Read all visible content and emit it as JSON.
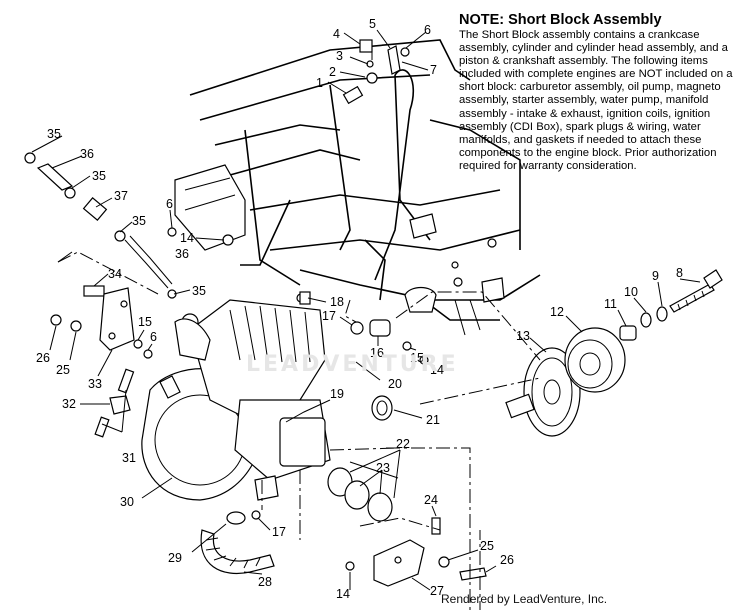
{
  "note": {
    "title": "NOTE:  Short Block Assembly",
    "body": "The Short Block assembly contains a crankcase assembly, cylinder and cylinder head assembly, and a piston & crankshaft assembly.  The following items included with complete engines are NOT included on a short block:  carburetor assembly, oil pump, magneto assembly, starter assembly, water pump, manifold assembly - intake & exhaust, ignition coils, ignition assembly (CDI Box), spark plugs & wiring, water manifolds, and gaskets if needed to attach these components to the engine block.  Prior authorization required for warranty consideration."
  },
  "watermark": "LEADVENTURE",
  "footer": "Rendered by LeadVenture, Inc.",
  "callouts": {
    "c1": "1",
    "c2": "2",
    "c3": "3",
    "c4": "4",
    "c5": "5",
    "c6a": "6",
    "c7": "7",
    "c35a": "35",
    "c36a": "36",
    "c35b": "35",
    "c37": "37",
    "c35c": "35",
    "c36b": "36",
    "c6b": "6",
    "c14a": "14",
    "c34": "34",
    "c35d": "35",
    "c18": "18",
    "c17a": "17",
    "c16": "16",
    "c15a": "15",
    "c14b": "14",
    "c15b": "15",
    "c6c": "6",
    "c26a": "26",
    "c25a": "25",
    "c33": "33",
    "c32": "32",
    "c31": "31",
    "c19": "19",
    "c20": "20",
    "c21": "21",
    "c22": "22",
    "c23": "23",
    "c30": "30",
    "c17b": "17",
    "c29": "29",
    "c28": "28",
    "c8": "8",
    "c9": "9",
    "c10": "10",
    "c11": "11",
    "c12": "12",
    "c13": "13",
    "c24": "24",
    "c25b": "25",
    "c26b": "26",
    "c27": "27",
    "c14c": "14"
  }
}
